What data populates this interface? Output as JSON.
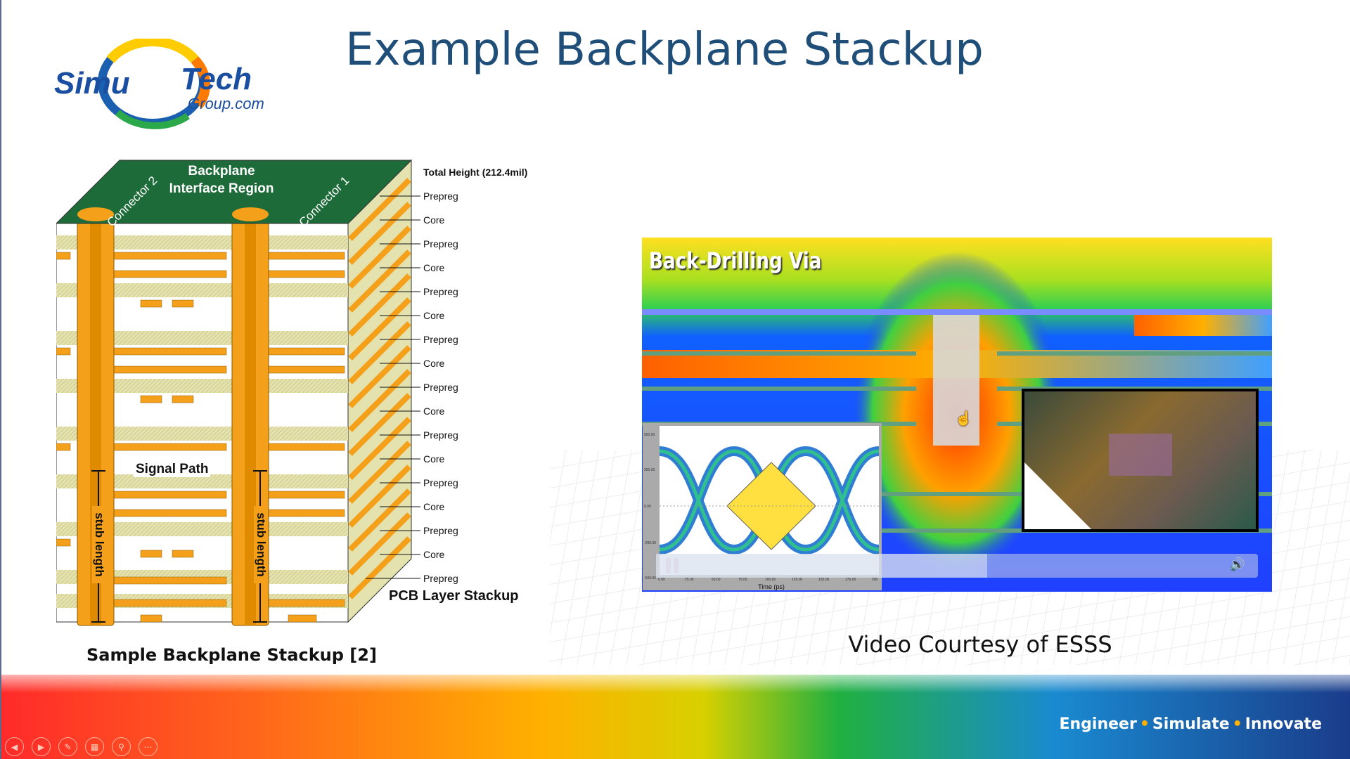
{
  "slide": {
    "title": "Example Backplane Stackup"
  },
  "logo": {
    "part1": "Simu",
    "part2": "Tech",
    "part3": "Group.com"
  },
  "stackup": {
    "top_label": "Backplane Interface Region",
    "connector_left": "Connector 2",
    "connector_right": "Connector 1",
    "signal_path": "Signal Path",
    "stub_length": "stub length",
    "total_height": "Total Height (212.4mil)",
    "layers": [
      "Prepreg",
      "Core",
      "Prepreg",
      "Core",
      "Prepreg",
      "Core",
      "Prepreg",
      "Core",
      "Prepreg",
      "Core",
      "Prepreg",
      "Core",
      "Prepreg",
      "Core",
      "Prepreg",
      "Core",
      "Prepreg"
    ],
    "stackup_label": "PCB Layer Stackup",
    "caption": "Sample Backplane Stackup [2]",
    "colors": {
      "copper": "#f5a01a",
      "board": "#1e6b3a",
      "dielectric": "#e4e2ae"
    }
  },
  "video": {
    "title": "Back-Drilling Via",
    "caption": "Video Courtesy of ESSS",
    "state": "playing",
    "controls": {
      "pause": "pause-icon",
      "volume": "volume-icon"
    },
    "eye_diagram": {
      "y_ticks": [
        "500.00",
        "250.00",
        "0.00",
        "-250.00",
        "-500.00"
      ],
      "x_ticks": [
        "0.00",
        "25.00",
        "50.00",
        "75.00",
        "100.00",
        "125.00",
        "150.00",
        "175.00",
        "200"
      ],
      "x_label": "Time (ps)"
    }
  },
  "footer": {
    "tagline": [
      "Engineer",
      "Simulate",
      "Innovate"
    ]
  },
  "presenter_controls": [
    "previous-icon",
    "next-icon",
    "pen-icon",
    "slides-icon",
    "zoom-icon",
    "more-icon"
  ]
}
